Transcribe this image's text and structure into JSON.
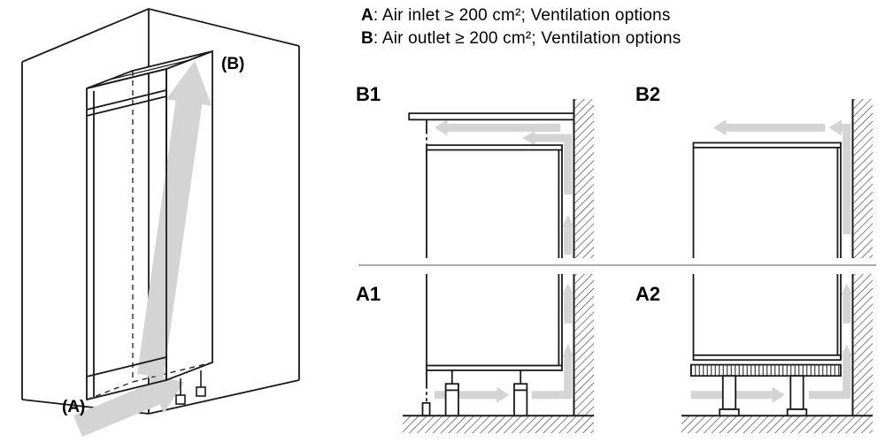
{
  "legend": {
    "a_key": "A",
    "a_text": ": Air inlet ≥ 200 cm²; Ventilation options",
    "b_key": "B",
    "b_text": ": Air outlet ≥ 200 cm²; Ventilation options"
  },
  "isometric": {
    "label_a": "(A)",
    "label_b": "(B)"
  },
  "panels": {
    "b1": "B1",
    "b2": "B2",
    "a1": "A1",
    "a2": "A2"
  },
  "colors": {
    "line": "#1a1a1a",
    "arrow_fill": "#d4d4d4",
    "background": "#ffffff"
  }
}
